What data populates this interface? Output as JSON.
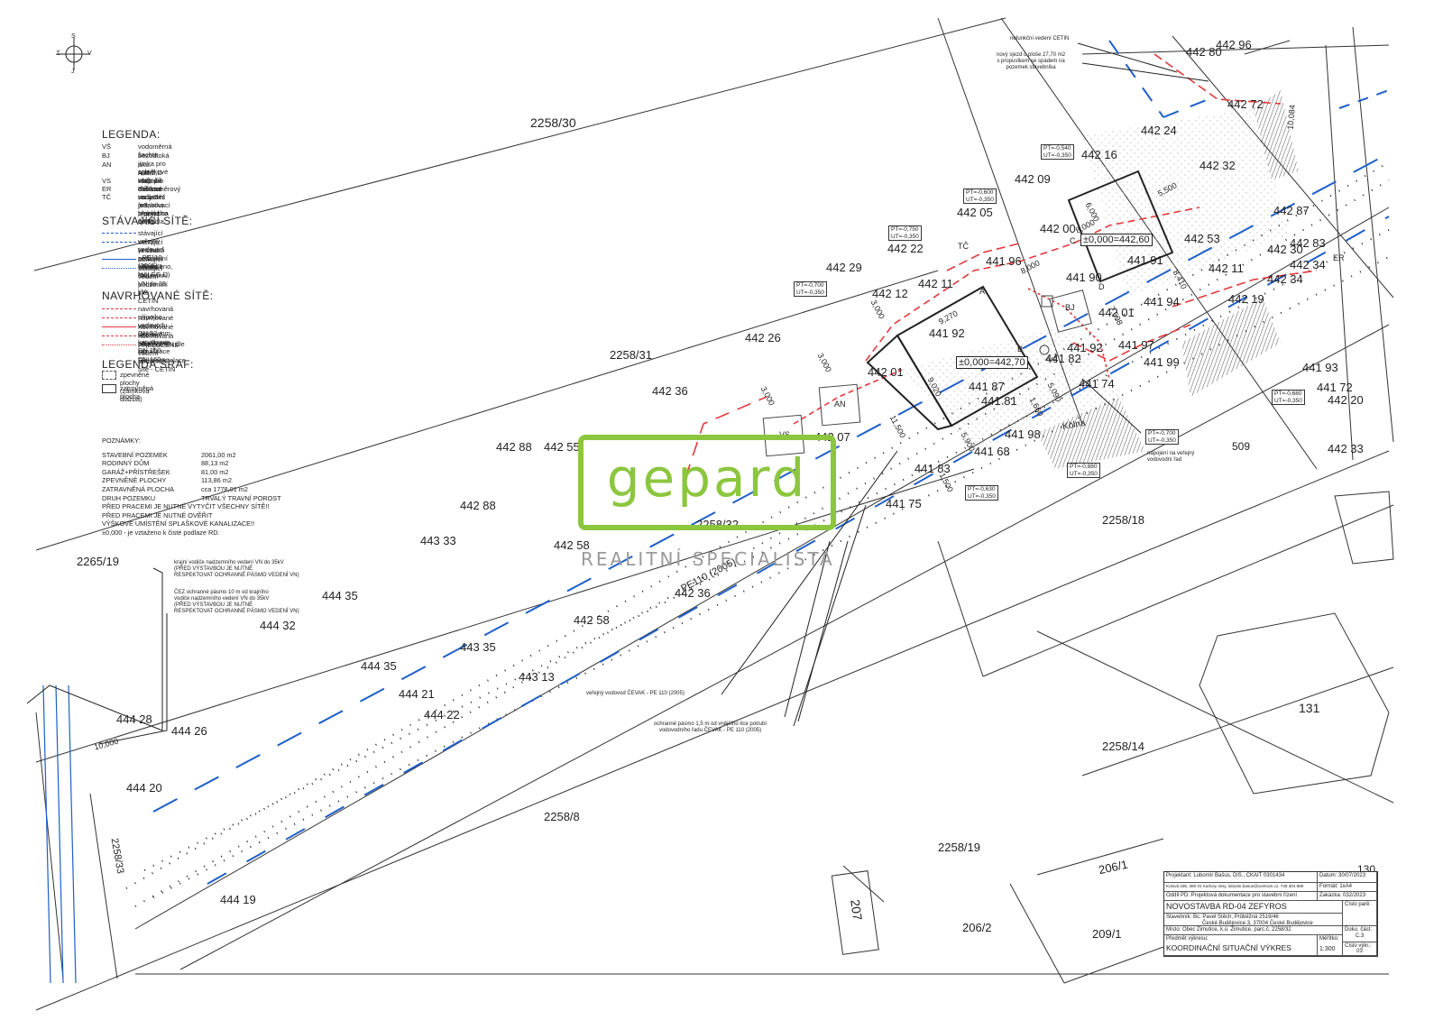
{
  "colors": {
    "water": "#1e5fc8",
    "proposed": "#e2383b",
    "logo": "#8cc63f",
    "ink": "#333333"
  },
  "north": {
    "s": "S",
    "z": "Z",
    "v": "V",
    "j": "J"
  },
  "legend": {
    "title": "LEGENDA:",
    "items": [
      {
        "k": "VŠ",
        "v": "vodoměrná šachta"
      },
      {
        "k": "BJ",
        "v": "bezodtoká jímka pro splaškové vody 13 m3"
      },
      {
        "k": "AN",
        "v": "aku. nádrž na dešťové vody 5 m3, přepad do VS"
      },
      {
        "k": "",
        "v": "A,B,C,D - lapače nečistot"
      },
      {
        "k": "VS",
        "v": "vsak pro dešťové vody (vsakovací bloky) cca 8 M3"
      },
      {
        "k": "ER",
        "v": "elektroměrový rozvaděč"
      },
      {
        "k": "TČ",
        "v": "venkovní jednotka tepelného čerpadla"
      }
    ]
  },
  "existing": {
    "title": "STÁVAJÍCÍ SÍTĚ:",
    "items": [
      {
        "v": "stávající veřejný vodovod - PE110 (2005)"
      },
      {
        "v": "stávající vedení podzemní NN do 1 kV"
      },
      {
        "v": "(v situaci není zakresleno, řeší EG.D)"
      },
      {
        "v": "stávající vedení nadzemní VN do 35 kV"
      },
      {
        "v": "stávající vedení podzemní sítě - CETIN"
      }
    ]
  },
  "proposed": {
    "title": "NAVRHOVANÉ SÍTĚ:",
    "items": [
      {
        "v": "navrhovaná přípojka vodovodu DN 32 mm"
      },
      {
        "v": "navrhované vedení dešťové kanalizace DN 150"
      },
      {
        "v": "navrhované vedení splaškové kanalizace DN 160"
      },
      {
        "v": "navrhovaná přípojka NN dle PD Elektroinstalace"
      },
      {
        "v": "PŘELOŽENÉ vedení podzemní sítě - CETIN"
      }
    ]
  },
  "hatch": {
    "title": "LEGENDA ŠRAF:",
    "items": [
      {
        "v": "zpevněné plochy (zámková dlažba)"
      },
      {
        "v": "zatrovněná plocha"
      }
    ]
  },
  "notes": {
    "title": "POZNÁMKY:",
    "rows": [
      {
        "k": "STAVEBNÍ POZEMEK",
        "v": "2061,00 m2"
      },
      {
        "k": "RODINNÝ DŮM",
        "v": "88,13 m2"
      },
      {
        "k": "GARÁŽ+PŘÍSTŘEŠEK",
        "v": "81,00 m2"
      },
      {
        "k": "ZPEVNĚNÉ PLOCHY",
        "v": "113,86 m2"
      },
      {
        "k": "ZATRAVNĚNÁ PLOCHA",
        "v": "cca 1778,01 m2"
      },
      {
        "k": "DRUH POZEMKU",
        "v": "TRVALÝ TRAVNÍ POROST"
      }
    ],
    "lines": [
      "PŘED PRACEMI JE NUTNÉ VYTYČIT VŠECHNY SÍTĚ!!",
      "PŘED PRACEMI JE NUTNÉ OVĚŘIT",
      "VÝŠKOVÉ UMÍSTĚNÍ SPLAŠKOVÉ KANALIZACE!!",
      "±0,000 - je vztaženo k čisté podlaze RD."
    ]
  },
  "annotations": {
    "vn_edge": "krajní vodiče nadzemního vedení VN do 35kV\n(PŘED VÝSTAVBOU JE NUTNÉ\nRESPEKTOVAT OCHRANNÉ PÁSMO VEDENÍ VN)",
    "cez": "ČEZ ochranné pásmo 10 m od krajního\nvodiče nadzemního vedení VN do 35kV\n(PŘED VÝSTAVBOU JE NUTNÉ\nRESPEKTOVAT OCHRANNÉ PÁSMO VEDENÍ VN)",
    "water_main": "veřejný vodovod ČEVAK - PE 110 (2005)",
    "protection": "ochranné pásmo 1,5 m od vnějšího líce potrubí\nvodovodního řadu ČEVAK - PE 110 (2005)",
    "cetin_dead": "nefunkční vedení CETIN",
    "driveway": "nový sjezd o ploše 27,70 m2\ns propustkem se spádem na\npozemek stavebníka",
    "connection": "napojení na veřejný\nvodovodní řad",
    "tc": "TČ",
    "er": "ER",
    "kolna": "Kolna",
    "vs_small": "VŠ"
  },
  "parcels": [
    "2258/30",
    "2258/31",
    "2258/32",
    "2258/18",
    "2258/14",
    "2258/8",
    "2258/19",
    "2265/19",
    "2258/33",
    "509",
    "131",
    "206/1",
    "206/2",
    "209/1",
    "207",
    "130"
  ],
  "heights": [
    "442 29",
    "442 26",
    "442 36",
    "442 88",
    "442 55",
    "442 88",
    "443 33",
    "444 35",
    "444 32",
    "444 35",
    "444 28",
    "444 26",
    "444 20",
    "444 19",
    "442 58",
    "442 58",
    "443 35",
    "443 13",
    "444 21",
    "444 22",
    "442 36",
    "442 09",
    "442 05",
    "442 16",
    "442 22",
    "442 12",
    "442 11",
    "441 96",
    "441 92",
    "442 01",
    "441 87",
    "441 81",
    "441 82",
    "441 92",
    "441 68",
    "441 98",
    "441 83",
    "441 75",
    "442 07",
    "442 24",
    "441 94",
    "442 01",
    "441 97",
    "441 99",
    "441 74",
    "442 19",
    "442 11",
    "441 93",
    "442 20",
    "442 33",
    "442 80",
    "442 96",
    "442 72",
    "442 32",
    "442 00",
    "441 90",
    "441 91",
    "442 53",
    "442 34",
    "441 72",
    "442 30",
    "442 34",
    "442 87",
    "442 83"
  ],
  "dims": [
    "9,270",
    "9,020",
    "3,000",
    "3,000",
    "3,000",
    "8,000",
    "8,000",
    "6,000",
    "5,500",
    "7,598",
    "5,090",
    "1,660",
    "5,900",
    "10,084",
    "8,410",
    "10,000",
    "1,500",
    "11,500",
    "PE110 (2005)"
  ],
  "levels": {
    "house": "±0,000=442,70",
    "garage": "±0,000=442,60",
    "tags": [
      "A",
      "B",
      "C",
      "D",
      "BJ",
      "AN",
      "VS",
      "VŠ"
    ]
  },
  "pt_boxes": [
    {
      "pt": "PT=-0,540",
      "ut": "UT=-0,350"
    },
    {
      "pt": "PT=-0,600",
      "ut": "UT=-0,350"
    },
    {
      "pt": "PT=-0,750",
      "ut": "UT=-0,350"
    },
    {
      "pt": "PT=-0,700",
      "ut": "UT=-0,350"
    },
    {
      "pt": "PT=-0,630",
      "ut": "UT=-0,350"
    },
    {
      "pt": "PT=-0,880",
      "ut": "UT=-0,350"
    },
    {
      "pt": "PT=-0,700",
      "ut": "UT=-0,350"
    },
    {
      "pt": "PT=-0,680",
      "ut": "UT=-0,350"
    }
  ],
  "logo": {
    "text": "gepard",
    "sub": "REALITNÍ SPECIALISTA"
  },
  "title_block": {
    "designer": "Projektant: Lubomír Bašus, DiS., ČKAIT 0301434",
    "address": "Kolová 195, 360 01 Karlovy Vary, lubomir.basus@centrum.cz, 728 304 880",
    "part": "Oddíl PD: Projektová dokumentace pro stavební řízení",
    "date_label": "Datum:",
    "date": "30/07/2023",
    "format_label": "Formát:",
    "format": "1xA4",
    "order_label": "Zakázka:",
    "order": "032/2023",
    "project": "NOVOSTAVBA RD-04 ZEFYROS",
    "investor": "Stavebník: Bc. Pavel Štěch, Průběžná 2519/46",
    "investor2": "České Budějovice 3, 37004 České Budějovice",
    "place": "Místo: Obec Žimutice, k.ú. Žimutice, parc.č. 2258/32",
    "part_no_label": "Číslo parě:",
    "doc_label": "Doku. část:",
    "doc": "C.3",
    "subject_label": "Předmět výkresu:",
    "subject": "KOORDINAČNÍ SITUAČNÍ VÝKRES",
    "scale_label": "Měřítko:",
    "scale": "1:300",
    "drawing_label": "Číslo výkr.:",
    "drawing": "03"
  }
}
